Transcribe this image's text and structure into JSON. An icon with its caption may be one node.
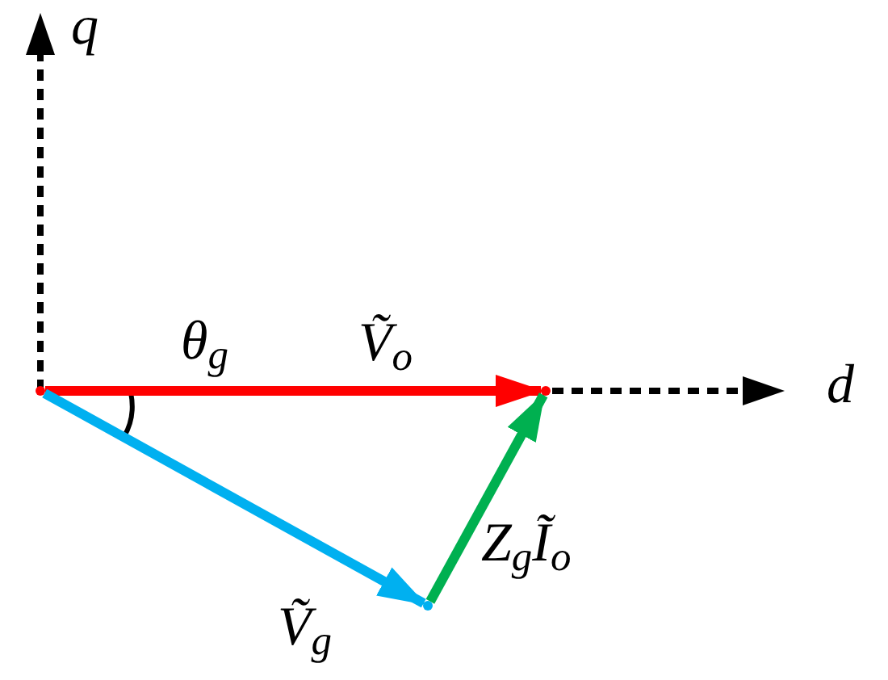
{
  "diagram": {
    "nodes": [
      {
        "text": [],
        "shape": "point"
      },
      {
        "text": [],
        "shape": "point"
      },
      {
        "text": [],
        "shape": "point"
      }
    ],
    "edges": [
      {
        "from": 0,
        "to": 1,
        "arrow": "to",
        "label": "Ṽ$_{o}$",
        "color": "#ff0000"
      },
      {
        "from": 0,
        "to": 2,
        "arrow": "to",
        "label": "Ṽ$_{g}$",
        "color": "#00b0f0"
      },
      {
        "from": 2,
        "to": 1,
        "arrow": "to",
        "label": "Z$_{g}$Ĩ$_{o}$",
        "color": "#00b050"
      }
    ],
    "labels": [
      "q",
      "θ$_{g}$",
      "d"
    ]
  }
}
